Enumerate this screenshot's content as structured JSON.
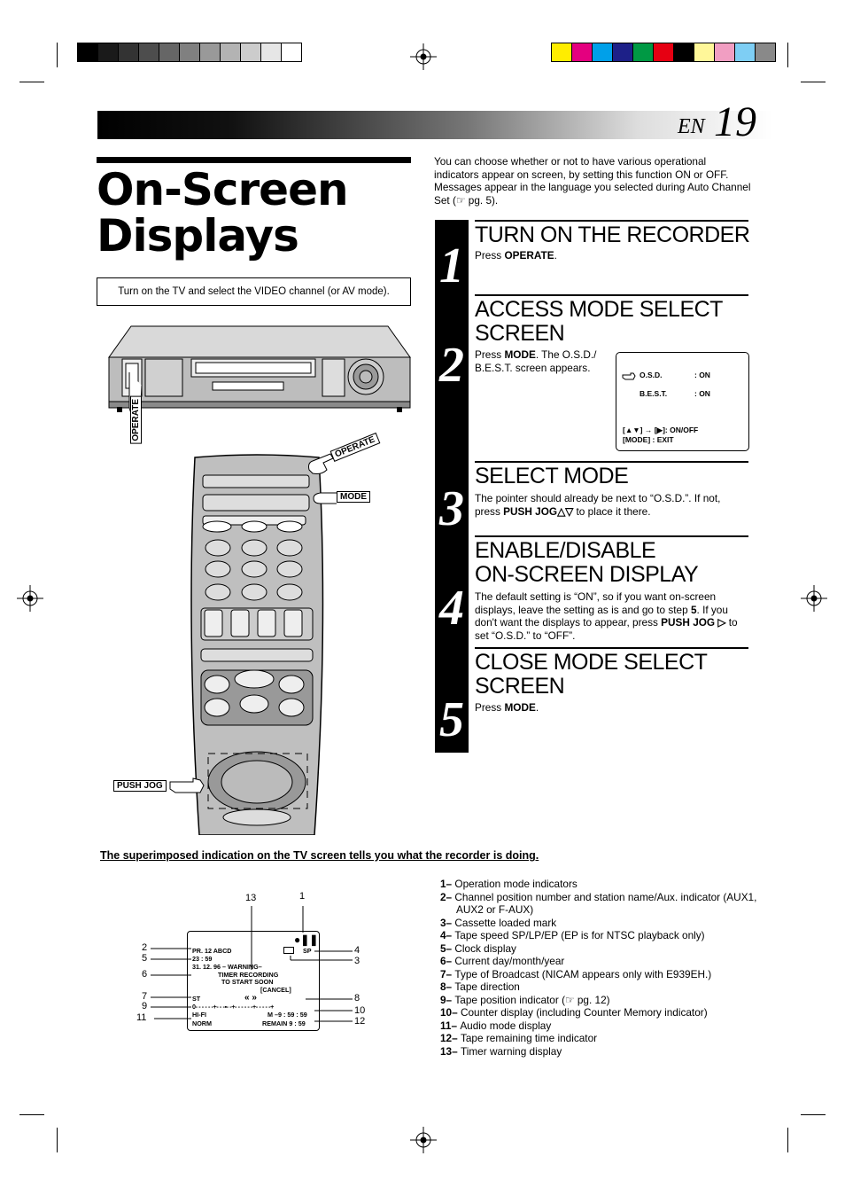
{
  "header": {
    "lang": "EN",
    "page_number": "19"
  },
  "title": "On-Screen Displays",
  "title_lines": [
    "On-Screen",
    "Displays"
  ],
  "note": "Turn on the TV and select the VIDEO channel (or AV mode).",
  "intro": "You can choose whether or not to have various operational indicators appear on screen, by setting this function ON or OFF. Messages appear in the language you selected during Auto Channel Set (☞ pg. 5).",
  "steps": [
    {
      "num": "1",
      "title": "TURN ON THE RECORDER",
      "pre": "Press ",
      "bold": "OPERATE",
      "post": "."
    },
    {
      "num": "2",
      "title_lines": [
        "ACCESS MODE SELECT",
        "SCREEN"
      ],
      "pre": "Press ",
      "bold": "MODE",
      "post": ". The O.S.D./ B.E.S.T. screen appears."
    },
    {
      "num": "3",
      "title": "SELECT MODE",
      "pre": "The pointer should already be next to “O.S.D.”. If not, press ",
      "bold": "PUSH JOG△▽",
      "post": " to place it there."
    },
    {
      "num": "4",
      "title_lines": [
        "ENABLE/DISABLE",
        "ON-SCREEN DISPLAY"
      ],
      "pre": "The default setting is “ON”, so if you want on-screen displays, leave the setting as is and go to step ",
      "bold": "5",
      "mid": ". If you don't want the displays to appear, press ",
      "bold2": "PUSH JOG ▷",
      "post": " to set “O.S.D.” to “OFF”."
    },
    {
      "num": "5",
      "title_lines": [
        "CLOSE MODE SELECT",
        "SCREEN"
      ],
      "pre": "Press ",
      "bold": "MODE",
      "post": "."
    }
  ],
  "osd_screen": {
    "row1_label": "O.S.D.",
    "row1_value": ": ON",
    "row2_label": "B.E.S.T.",
    "row2_value": ": ON",
    "hint1": "[▲▼] → [▶]: ON/OFF",
    "hint2": "[MODE]  : EXIT"
  },
  "labels": {
    "operate": "OPERATE",
    "mode": "MODE",
    "push_jog": "PUSH JOG"
  },
  "headline": "The superimposed indication on the TV screen tells you what the recorder is doing.",
  "tv_screen": {
    "line_pr": "PR.   12 ABCD",
    "line_sp": "SP",
    "line_clock": "23 : 59",
    "line_date": "31.  12. 96 – WARNING–",
    "line_timer1": "TIMER  RECORDING",
    "line_timer2": "TO  START   SOON",
    "line_cancel": "[CANCEL]",
    "line_st": "ST",
    "line_dir": "« »",
    "line_tape": "0- - - - - -+- - -▪- -+- - - - - -+- - - - -+",
    "line_hifi": "HI-FI",
    "line_counter": "M –9 : 59 : 59",
    "line_norm": "NORM",
    "line_remain": "REMAIN   9 : 59"
  },
  "callouts": [
    "1",
    "2",
    "3",
    "4",
    "5",
    "6",
    "7",
    "8",
    "9",
    "10",
    "11",
    "12",
    "13"
  ],
  "legend": [
    {
      "n": "1–",
      "text": "Operation mode indicators"
    },
    {
      "n": "2–",
      "text": "Channel position number and station name/Aux. indicator (AUX1, AUX2 or F-AUX)"
    },
    {
      "n": "3–",
      "text": "Cassette loaded mark"
    },
    {
      "n": "4–",
      "text": "Tape speed SP/LP/EP (EP is for NTSC playback only)"
    },
    {
      "n": "5–",
      "text": "Clock display"
    },
    {
      "n": "6–",
      "text": "Current day/month/year"
    },
    {
      "n": "7–",
      "text": "Type of Broadcast (NICAM appears only with E939EH.)"
    },
    {
      "n": "8–",
      "text": "Tape direction"
    },
    {
      "n": "9–",
      "text": "Tape position indicator (☞ pg. 12)"
    },
    {
      "n": "10–",
      "text": "Counter display (including Counter Memory indicator)"
    },
    {
      "n": "11–",
      "text": "Audio mode display"
    },
    {
      "n": "12–",
      "text": "Tape remaining time indicator"
    },
    {
      "n": "13–",
      "text": "Timer warning display"
    }
  ],
  "colors": {
    "gray_bar": [
      "#000000",
      "#1a1a1a",
      "#333333",
      "#4d4d4d",
      "#666666",
      "#808080",
      "#999999",
      "#b3b3b3",
      "#cccccc",
      "#e6e6e6",
      "#ffffff"
    ],
    "color_bar": [
      "#ffed00",
      "#e4007f",
      "#00a0e9",
      "#1d2088",
      "#009944",
      "#e60012",
      "#000000",
      "#fff799",
      "#f19ec2",
      "#7ecef4",
      "#898989"
    ]
  }
}
